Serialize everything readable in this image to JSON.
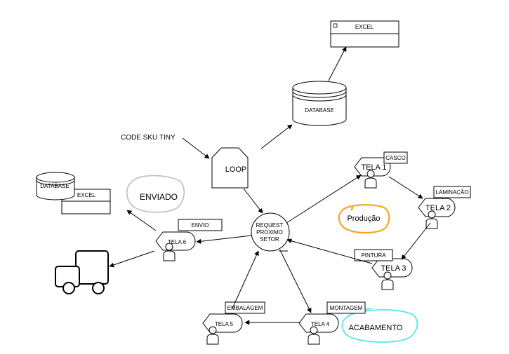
{
  "labels": {
    "excel_top": "EXCEL",
    "database_top": "DATABASE",
    "code_sku": "CODE SKU TINY",
    "loop": "LOOP",
    "database_left": "DATABASE",
    "excel_left": "EXCEL",
    "enviado": "ENVIADO",
    "request_line1": "REQUEST",
    "request_line2": "PROXIMO",
    "request_line3": "SETOR",
    "producao": "Produção",
    "acabamento": "ACABAMENTO"
  },
  "stations": [
    {
      "tag": "CASCO",
      "screen": "TELA 1"
    },
    {
      "tag": "LAMINAÇÃO",
      "screen": "TELA 2"
    },
    {
      "tag": "PINTURA",
      "screen": "TELA 3"
    },
    {
      "tag": "MONTAGEM",
      "screen": "TELA 4"
    },
    {
      "tag": "EMBALAGEM",
      "screen": "TELA 5"
    },
    {
      "tag": "ENVIO",
      "screen": "TELA 6"
    }
  ],
  "colors": {
    "stroke": "#000000",
    "enviado_circle": "#bdbdbd",
    "producao_circle": "#f5a623",
    "acabamento_circle": "#5ce5ef"
  }
}
